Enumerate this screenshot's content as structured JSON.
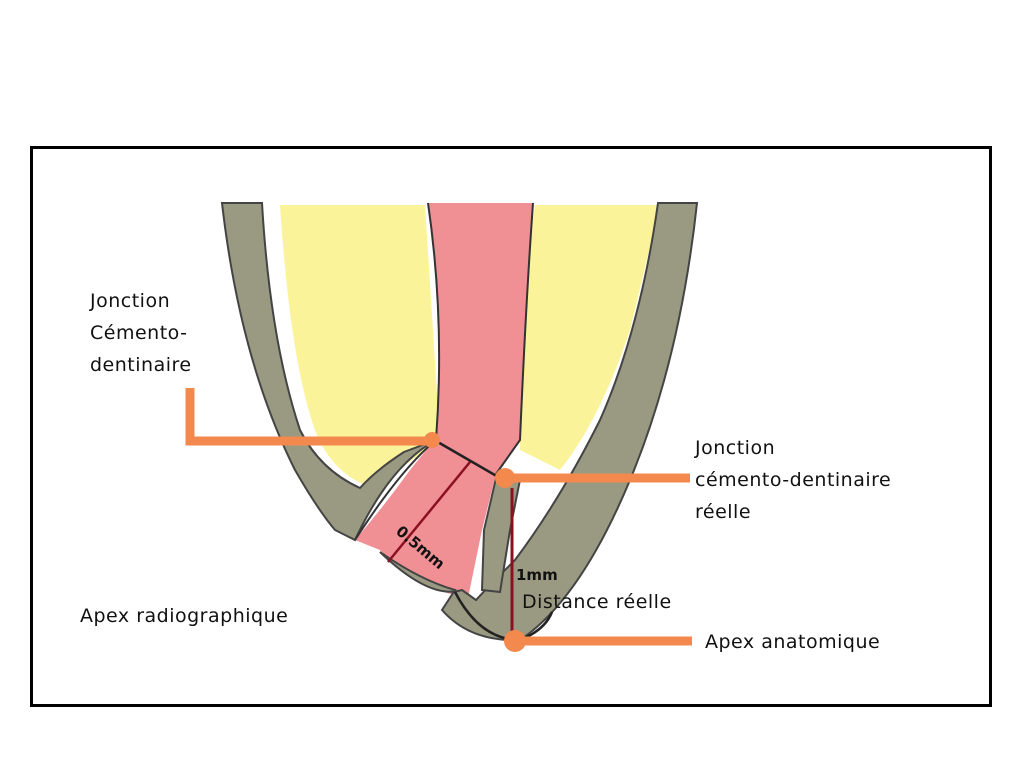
{
  "labels": {
    "jcd_left": {
      "line1": "Jonction",
      "line2": "Cémento-",
      "line3": "dentinaire"
    },
    "jcd_right": {
      "line1": "Jonction",
      "line2": "cémento-dentinaire",
      "line3": "réelle"
    },
    "apex_radio": "Apex radiographique",
    "apex_anat": "Apex anatomique",
    "distance": "Distance réelle",
    "measure_1mm": "1mm",
    "measure_05": "0.5mm"
  },
  "colors": {
    "frame": "#000000",
    "dentin": "#9a9a82",
    "pulp_canal": "#f08f94",
    "yellow_tissue": "#fbf39a",
    "pointer": "#f4894e",
    "measure_line": "#8b1020"
  }
}
